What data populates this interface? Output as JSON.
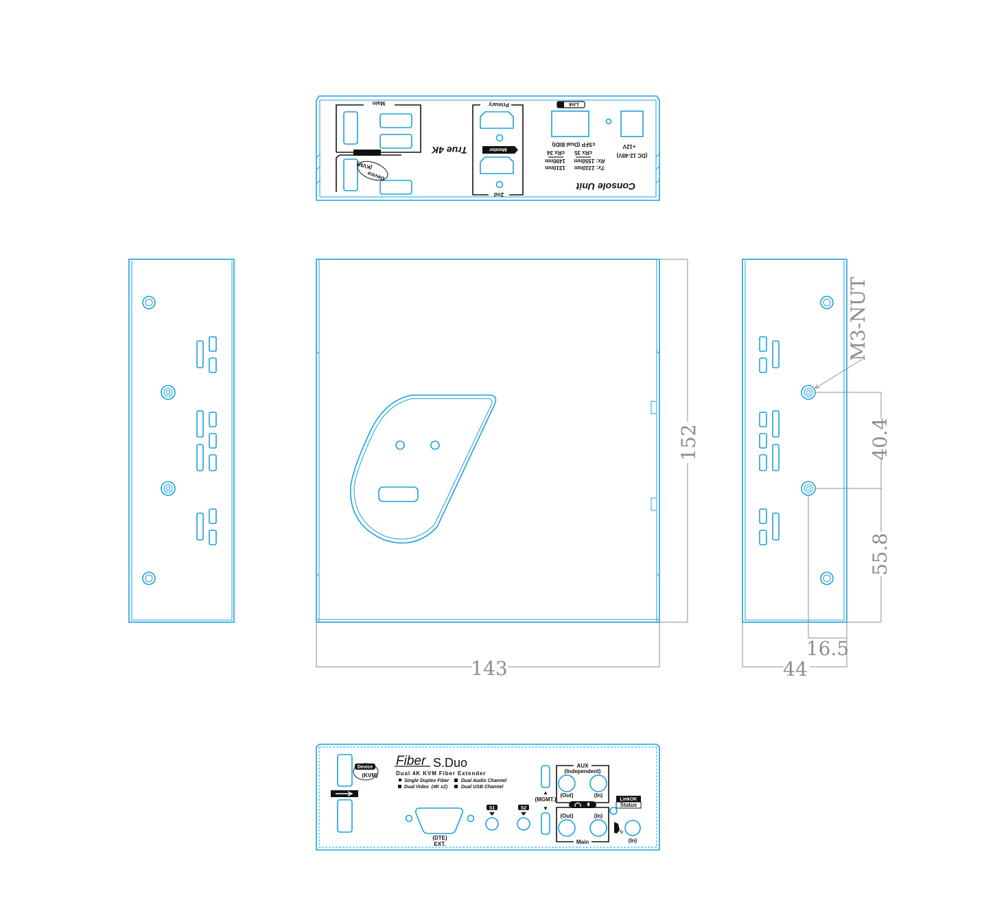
{
  "top_panel": {
    "main_label": "Main",
    "device_label": "Device",
    "kvm_label": "(KVM)",
    "true4k": "True 4K",
    "primary_label": "Primary",
    "second_label": "2nd",
    "monitor_badge": "Monitor",
    "link_badge": "Link",
    "csfp_label": "cSFP (Dual BIDI)",
    "crx35": "cRx 35",
    "crx34": "cRx 34",
    "tx_label": "Tx: 1310nm",
    "rx_label": "Rx: 1550nm",
    "tx2": "1310nm",
    "rx2": "1490nm",
    "power_label": "+12V",
    "power_range": "(DC 12-48V)",
    "unit_name": "Console Unit"
  },
  "dimensions": {
    "width": "143",
    "depth": "152",
    "height": "44",
    "nut_offset": "16.5",
    "nut_spacing": "40.4",
    "nut_to_edge": "55.8",
    "nut_label": "M3-NUT"
  },
  "bottom_panel": {
    "brand": "Fiber",
    "model": "S.Duo",
    "subtitle": "Dual 4K KVM Fiber Extender",
    "features": [
      "Single Duplex Fiber",
      "Dual Audio Channel",
      "Dual Video  (4K x2)",
      "Dual USB Channel"
    ],
    "device_label": "Device",
    "kvm_label": "(KVM)",
    "dte_label": "(DTE)",
    "ext_label": "EXT.",
    "s1": "S1",
    "s2": "S2",
    "up_arrow": "▲",
    "down_arrow": "▼",
    "mgmt_label": "(MGMT.)",
    "aux_label": "AUX",
    "independent_label": "(Independent)",
    "out_label": "(Out)",
    "in_label": "(In)",
    "main_label": "Main",
    "linkok_label": "LinkOK",
    "status_label": "Status"
  }
}
